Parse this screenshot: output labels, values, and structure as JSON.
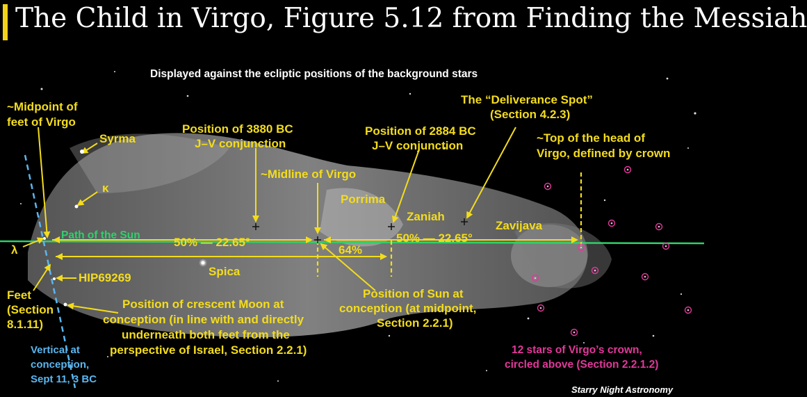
{
  "title": "The Child in Virgo, Figure 5.12 from Finding the Messiah",
  "subtitle": "Displayed against the ecliptic positions of the background stars",
  "labels": {
    "midpoint_feet": [
      "~Midpoint of",
      "feet of Virgo"
    ],
    "syrma": "Syrma",
    "kappa": "κ",
    "lambda": "λ",
    "pos_3880": [
      "Position of 3880 BC",
      "J–V conjunction"
    ],
    "midline": "~Midline of Virgo",
    "porrima": "Porrima",
    "pos_2884": [
      "Position of 2884 BC",
      "J–V conjunction"
    ],
    "deliverance": [
      "The “Deliverance Spot”",
      "(Section 4.2.3)"
    ],
    "top_head": [
      "~Top of the head of",
      "Virgo, defined by crown"
    ],
    "zaniah": "Zaniah",
    "zavijava": "Zavijava",
    "path_sun": "Path of the Sun",
    "left_pct": "50% — 22.65°",
    "right_pct": "50% — 22.65°",
    "pct_64": "64%",
    "hip": "HIP69269",
    "spica": "Spica",
    "feet": [
      "Feet",
      "(Section",
      "8.1.11)"
    ],
    "moon": [
      "Position of crescent Moon at",
      "conception (in line with and directly",
      "underneath both feet from the",
      "perspective of Israel, Section 2.2.1)"
    ],
    "sun_pos": [
      "Position of Sun at",
      "conception (at midpoint,",
      "Section 2.2.1)"
    ],
    "vertical": [
      "Vertical at",
      "conception,",
      "Sept 11, 3 BC"
    ],
    "crown": [
      "12 stars of Virgo’s crown,",
      "circled above (Section 2.2.1.2)"
    ],
    "credit": "Starry Night Astronomy"
  },
  "colors": {
    "label": "#f3dc1d",
    "ecliptic": "#2fd16a",
    "vertical": "#5ab6f0",
    "crown": "#e2389a",
    "background": "#000000"
  }
}
